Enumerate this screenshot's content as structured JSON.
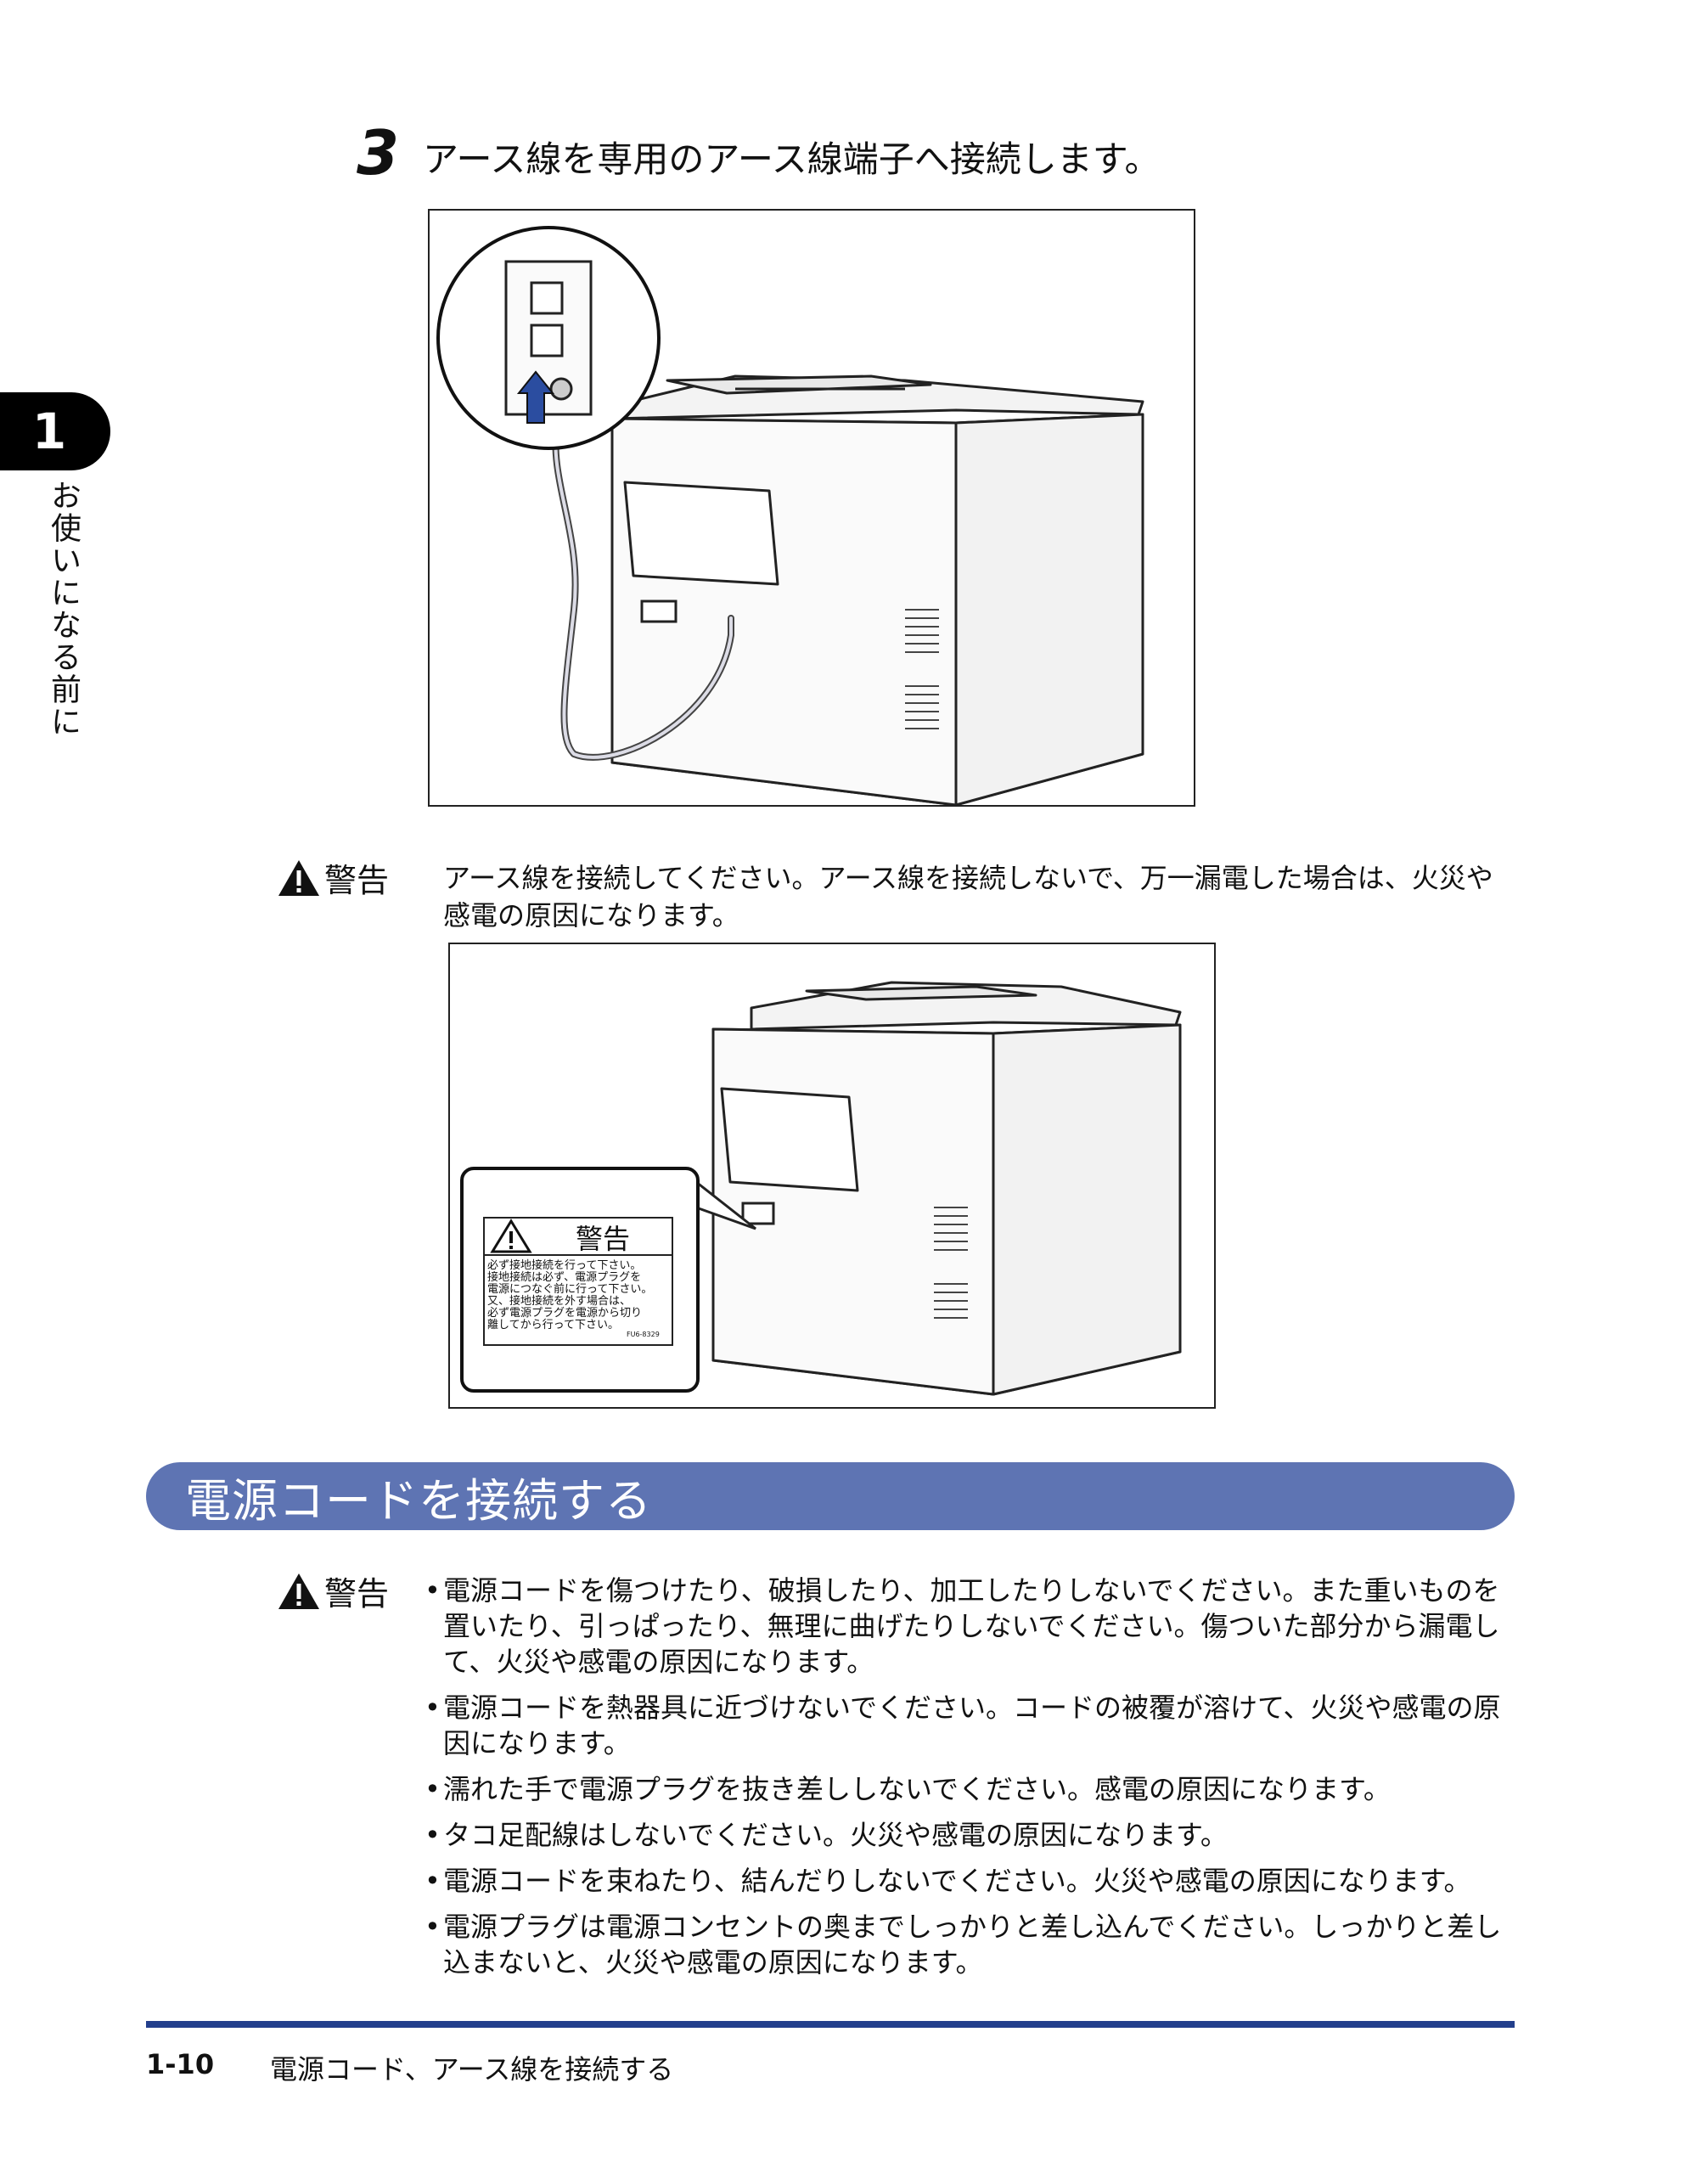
{
  "chapter": {
    "number": "1",
    "title": "お使いになる前に"
  },
  "step": {
    "number": "3",
    "text": "アース線を専用のアース線端子へ接続します。"
  },
  "warning_label": "警告",
  "warning1": {
    "text": "アース線を接続してください。アース線を接続しないで、万一漏電した場合は、火災や感電の原因になります。"
  },
  "figure2_label": {
    "heading": "警告",
    "lines": [
      "必ず接地接続を行って下さい。",
      "接地接続は必ず、電源プラグを",
      "電源につなぐ前に行って下さい。",
      "又、接地接続を外す場合は、",
      "必ず電源プラグを電源から切り",
      "離してから行って下さい。"
    ],
    "code": "FU6-8329"
  },
  "section": {
    "title": "電源コードを接続する"
  },
  "warning2": {
    "items": [
      "電源コードを傷つけたり、破損したり、加工したりしないでください。また重いものを置いたり、引っぱったり、無理に曲げたりしないでください。傷ついた部分から漏電して、火災や感電の原因になります。",
      "電源コードを熱器具に近づけないでください。コードの被覆が溶けて、火災や感電の原因になります。",
      "濡れた手で電源プラグを抜き差ししないでください。感電の原因になります。",
      "タコ足配線はしないでください。火災や感電の原因になります。",
      "電源コードを束ねたり、結んだりしないでください。火災や感電の原因になります。",
      "電源プラグは電源コンセントの奥までしっかりと差し込んでください。しっかりと差し込まないと、火災や感電の原因になります。"
    ]
  },
  "footer": {
    "page": "1-10",
    "title": "電源コード、アース線を接続する"
  }
}
